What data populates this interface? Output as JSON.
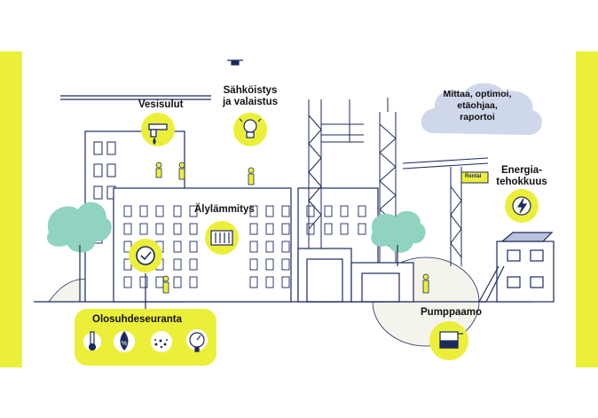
{
  "colors": {
    "accent": "#ecef3a",
    "line": "#1c2a5e",
    "cloud": "#cfd7ea",
    "tree": "#8fd3c0"
  },
  "labels": {
    "vesisulut": "Vesisulut",
    "sahkoistys": "Sähköistys ja valaistus",
    "alylammitys": "Älylämmitys",
    "cloud": "Mittaa, optimoi, etäohjaa, raportoi",
    "energia": "Energia-tehokkuus",
    "olosuhde": "Olosuhdeseuranta",
    "pumppaamo": "Pumppaamo",
    "rental": "Rental"
  },
  "icons": [
    "drone-icon",
    "faucet-icon",
    "light-bulb-icon",
    "radiator-icon",
    "checkmark-icon",
    "lightning-icon",
    "thermometer-icon",
    "humidity-drop-icon",
    "dust-icon",
    "pressure-gauge-icon",
    "pump-tank-icon"
  ]
}
